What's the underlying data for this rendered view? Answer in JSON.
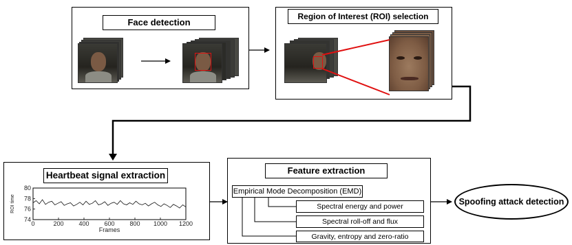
{
  "stages": {
    "face_detection": {
      "title": "Face detection"
    },
    "roi_selection": {
      "title": "Region of Interest (ROI) selection"
    },
    "heartbeat": {
      "title": "Heartbeat signal extraction"
    },
    "feature": {
      "title": "Feature extraction",
      "emd_label": "Empirical Mode Decomposition (EMD)",
      "items": [
        "Spectral energy and power",
        "Spectral roll-off and flux",
        "Gravity, entropy and zero-ratio"
      ]
    },
    "output": {
      "label": "Spoofing attack detection"
    }
  },
  "colors": {
    "roi_red": "#e01010",
    "frame_dark": "#2a2a28",
    "face_tone": "#8a6a50"
  },
  "chart_data": {
    "type": "line",
    "xlabel": "Frames",
    "ylabel": "ROI time",
    "xlim": [
      0,
      1200
    ],
    "ylim": [
      74,
      80
    ],
    "x_ticks": [
      "0",
      "200",
      "400",
      "600",
      "800",
      "1000",
      "1200"
    ],
    "y_ticks": [
      "74",
      "76",
      "78",
      "80"
    ],
    "series": [
      {
        "values": [
          77.2,
          77.6,
          77.0,
          77.8,
          76.9,
          77.3,
          77.5,
          76.8,
          77.1,
          77.4,
          76.7,
          77.0,
          77.2,
          76.6,
          76.9,
          77.3,
          76.8,
          77.5,
          76.9,
          77.1,
          77.6,
          76.8,
          77.0,
          77.4,
          76.7,
          77.1,
          77.3,
          76.9,
          77.6,
          77.0,
          76.8,
          77.2,
          76.9,
          77.5,
          77.0,
          76.8,
          77.1,
          76.6,
          77.0,
          77.3,
          76.8,
          76.5,
          77.0,
          76.7,
          76.3,
          76.9,
          76.6,
          76.2,
          76.8,
          76.4
        ]
      }
    ]
  }
}
